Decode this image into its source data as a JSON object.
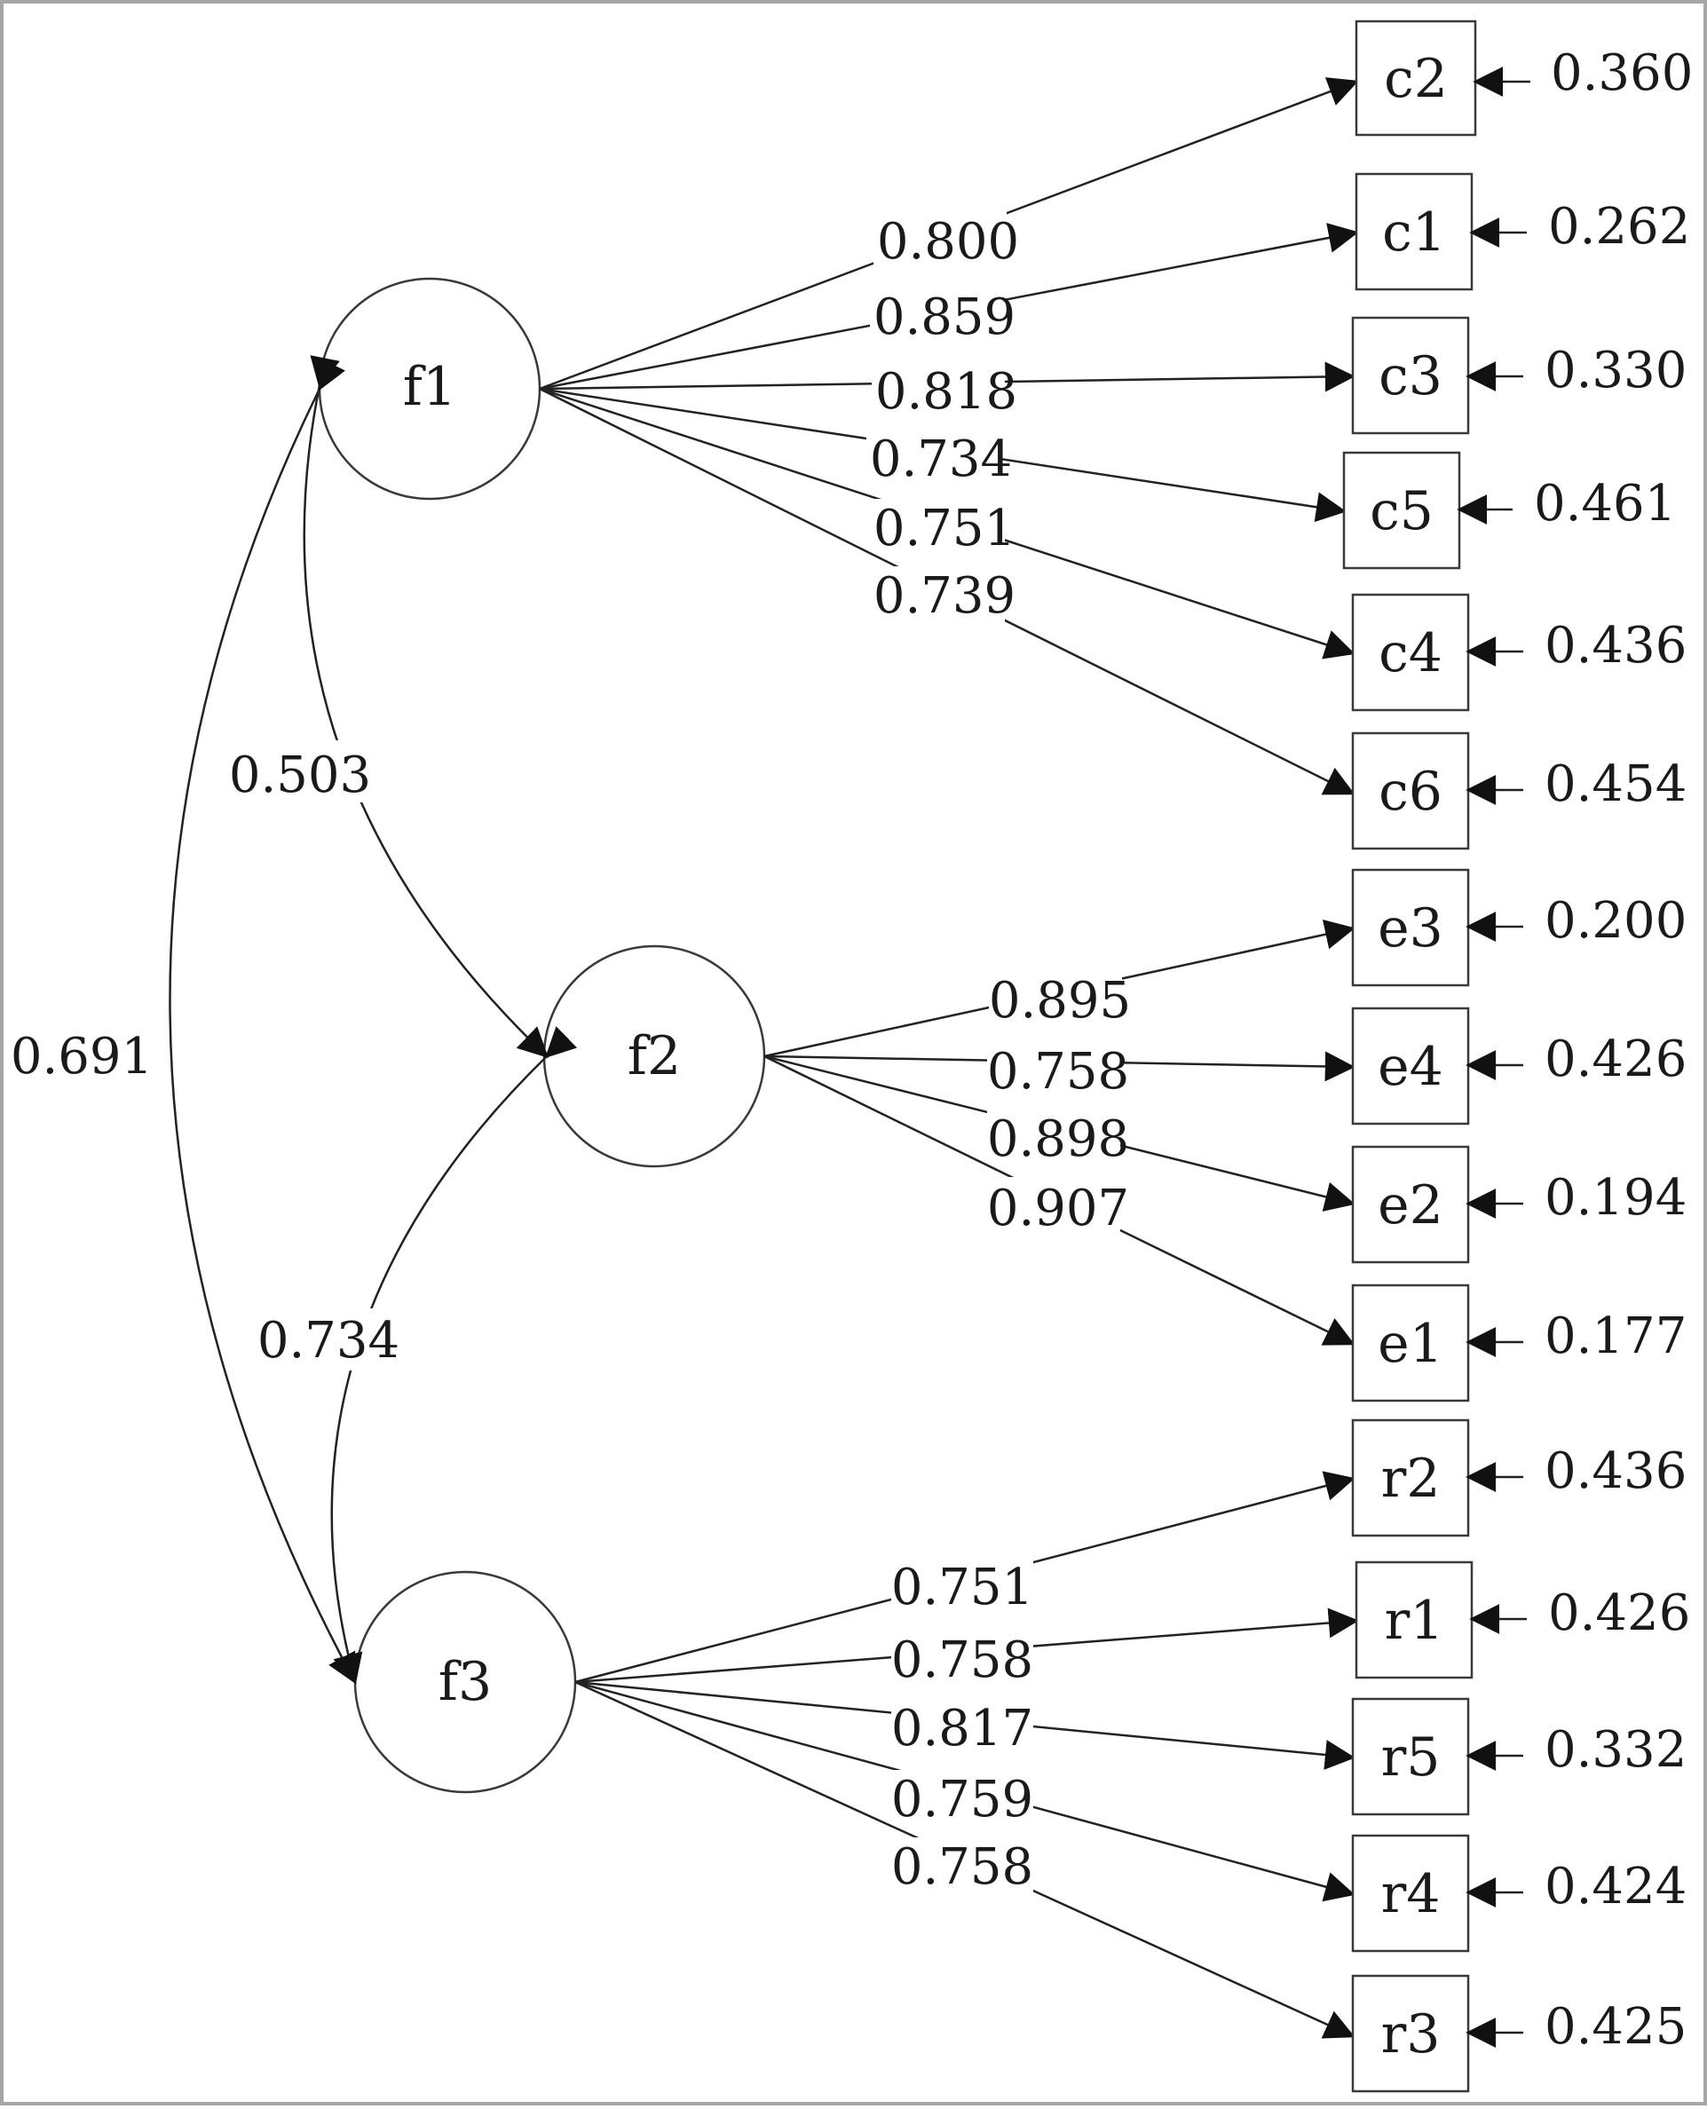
{
  "factors": [
    {
      "id": "f1",
      "label": "f1"
    },
    {
      "id": "f2",
      "label": "f2"
    },
    {
      "id": "f3",
      "label": "f3"
    }
  ],
  "indicators": [
    {
      "id": "c2",
      "label": "c2",
      "factor": "f1",
      "loading": "0.800",
      "error": "0.360"
    },
    {
      "id": "c1",
      "label": "c1",
      "factor": "f1",
      "loading": "0.859",
      "error": "0.262"
    },
    {
      "id": "c3",
      "label": "c3",
      "factor": "f1",
      "loading": "0.818",
      "error": "0.330"
    },
    {
      "id": "c5",
      "label": "c5",
      "factor": "f1",
      "loading": "0.734",
      "error": "0.461"
    },
    {
      "id": "c4",
      "label": "c4",
      "factor": "f1",
      "loading": "0.751",
      "error": "0.436"
    },
    {
      "id": "c6",
      "label": "c6",
      "factor": "f1",
      "loading": "0.739",
      "error": "0.454"
    },
    {
      "id": "e3",
      "label": "e3",
      "factor": "f2",
      "loading": "0.895",
      "error": "0.200"
    },
    {
      "id": "e4",
      "label": "e4",
      "factor": "f2",
      "loading": "0.758",
      "error": "0.426"
    },
    {
      "id": "e2",
      "label": "e2",
      "factor": "f2",
      "loading": "0.898",
      "error": "0.194"
    },
    {
      "id": "e1",
      "label": "e1",
      "factor": "f2",
      "loading": "0.907",
      "error": "0.177"
    },
    {
      "id": "r2",
      "label": "r2",
      "factor": "f3",
      "loading": "0.751",
      "error": "0.436"
    },
    {
      "id": "r1",
      "label": "r1",
      "factor": "f3",
      "loading": "0.758",
      "error": "0.426"
    },
    {
      "id": "r5",
      "label": "r5",
      "factor": "f3",
      "loading": "0.817",
      "error": "0.332"
    },
    {
      "id": "r4",
      "label": "r4",
      "factor": "f3",
      "loading": "0.759",
      "error": "0.424"
    },
    {
      "id": "r3",
      "label": "r3",
      "factor": "f3",
      "loading": "0.758",
      "error": "0.425"
    }
  ],
  "correlations": [
    {
      "from": "f1",
      "to": "f2",
      "value": "0.503"
    },
    {
      "from": "f2",
      "to": "f3",
      "value": "0.734"
    },
    {
      "from": "f1",
      "to": "f3",
      "value": "0.691"
    }
  ]
}
